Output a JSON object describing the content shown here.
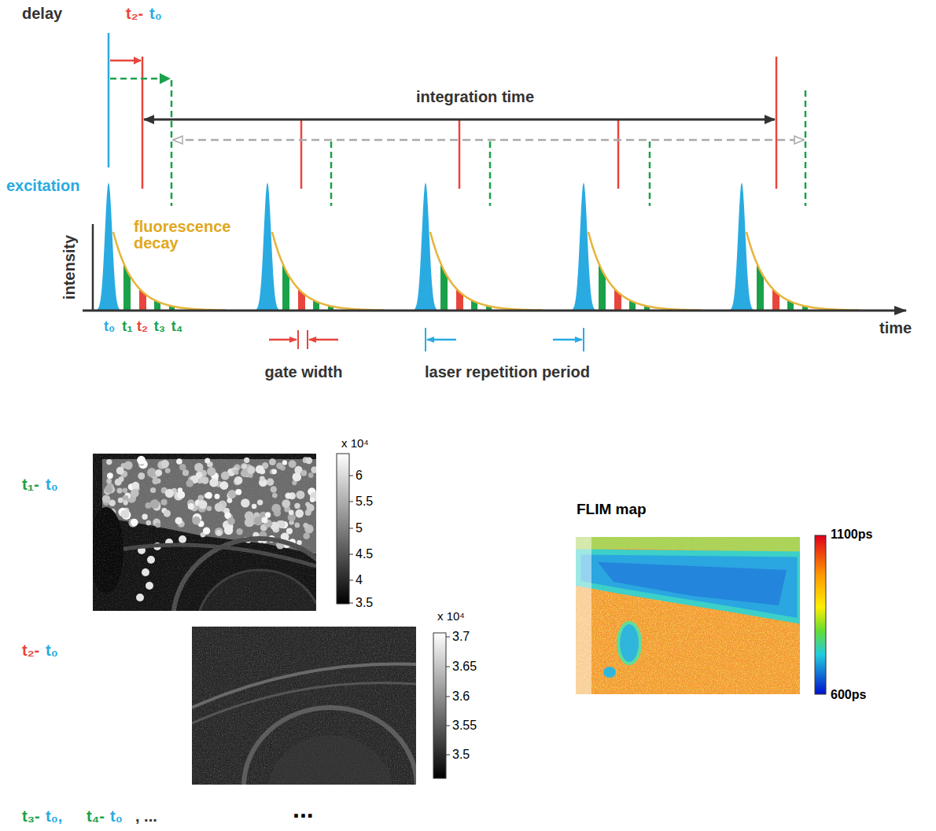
{
  "diagram": {
    "labels": [
      "delay",
      "t₂-",
      "t₀",
      "integration time",
      "excitation",
      "fluorescence decay",
      "intensity",
      "t₀",
      "t₁",
      "t₂",
      "t₃",
      "t₄",
      "gate width",
      "laser repetition period",
      "time",
      "t₁-",
      "t₀",
      "x 10⁴",
      "6",
      "5.5",
      "5",
      "4.5",
      "4",
      "3.5",
      "t₂-",
      "t₀",
      "x 10⁴",
      "3.7",
      "3.65",
      "3.6",
      "3.55",
      "3.5",
      "t₃-",
      "t₀,",
      "t₄-",
      "t₀",
      ", ...",
      "...",
      "FLIM map",
      "1100ps",
      "600ps"
    ]
  }
}
